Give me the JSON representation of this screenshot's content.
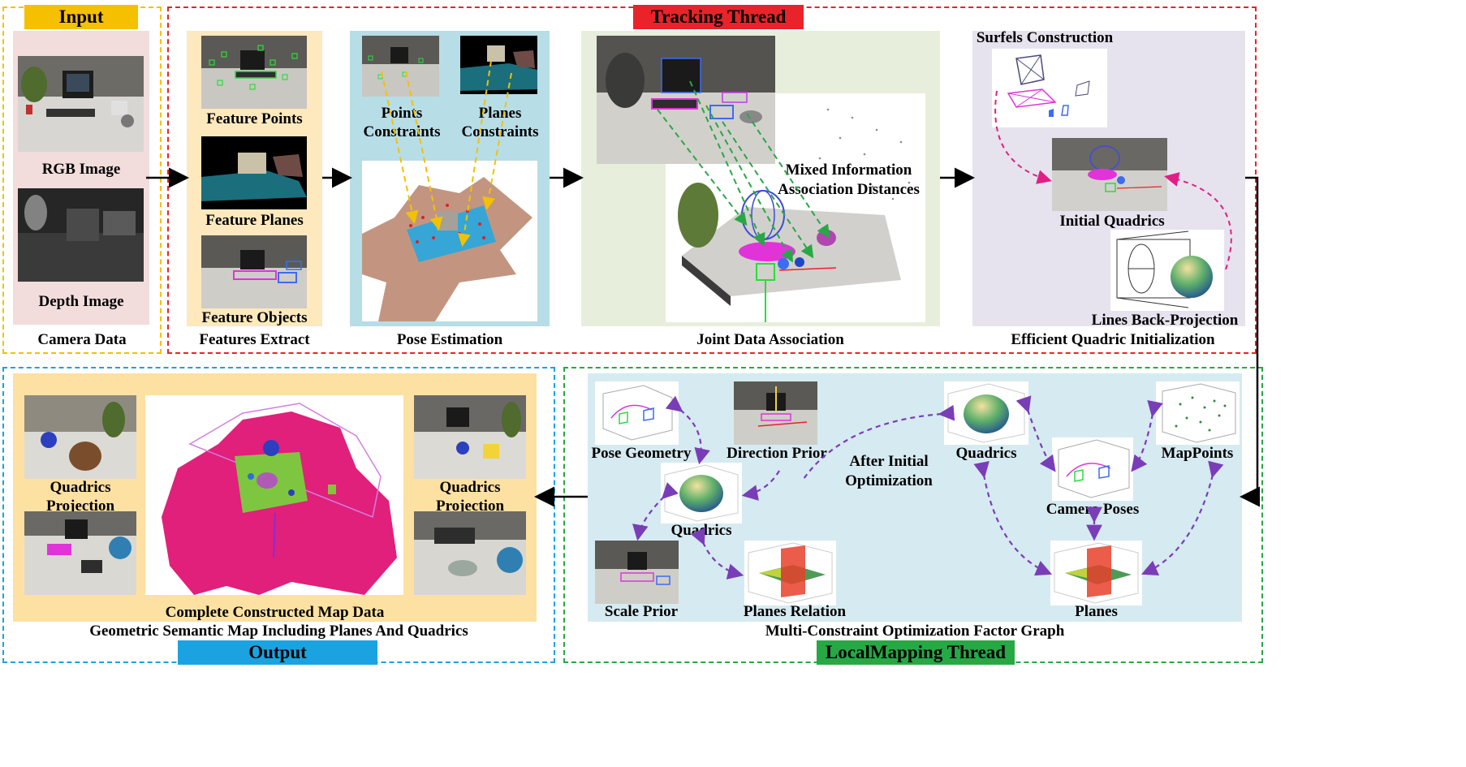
{
  "input": {
    "tag": "Input",
    "rgb_label": "RGB Image",
    "depth_label": "Depth Image",
    "caption": "Camera Data"
  },
  "tracking": {
    "tag": "Tracking Thread",
    "features": {
      "points": "Feature Points",
      "planes": "Feature Planes",
      "objects": "Feature Objects",
      "caption": "Features Extract"
    },
    "pose": {
      "points_constraints": "Points Constraints",
      "planes_constraints": "Planes Constraints",
      "caption": "Pose Estimation"
    },
    "association": {
      "mixed": "Mixed Information Association Distances",
      "caption": "Joint Data Association"
    },
    "quadric_init": {
      "surfels": "Surfels Construction",
      "initial": "Initial Quadrics",
      "lines": "Lines Back-Projection",
      "caption": "Efficient Quadric Initialization"
    }
  },
  "output": {
    "tag": "Output",
    "proj_left": "Quadrics Projection",
    "proj_right": "Quadrics Projection",
    "map_caption": "Complete Constructed Map Data",
    "caption": "Geometric Semantic Map Including Planes And Quadrics"
  },
  "localmapping": {
    "tag": "LocalMapping Thread",
    "pose_geometry": "Pose Geometry",
    "direction_prior": "Direction Prior",
    "after_initial": "After Initial Optimization",
    "quadrics_left": "Quadrics",
    "scale_prior": "Scale Prior",
    "planes_relation": "Planes Relation",
    "quadrics_right": "Quadrics",
    "camera_poses": "Camera Poses",
    "mappoints": "MapPoints",
    "planes": "Planes",
    "caption": "Multi-Constraint Optimization Factor Graph"
  },
  "colors": {
    "input_frame": "#f2c200",
    "tracking_frame": "#e8232a",
    "output_frame": "#1aa3e0",
    "localmapping_frame": "#27a845",
    "input_panel": "#f2dcdc",
    "features_panel": "#fde9bd",
    "pose_panel": "#b7dde7",
    "association_panel": "#e7efdc",
    "quadric_panel": "#e6e3ee",
    "output_panel": "#fde1a2",
    "localmapping_panel": "#d6eaf1",
    "link_arrow": "#7a3db8",
    "magenta": "#e01f86"
  }
}
